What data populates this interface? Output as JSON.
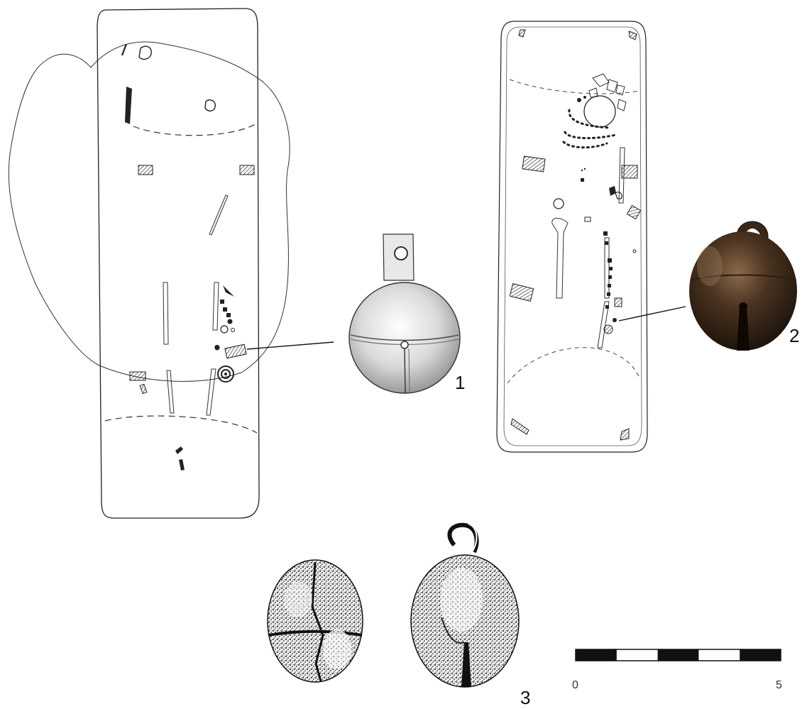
{
  "figure": {
    "labels": {
      "item1": "1",
      "item2": "2",
      "item3": "3"
    },
    "scale_bar": {
      "start_label": "0",
      "end_label": "5",
      "segments": 5
    }
  }
}
